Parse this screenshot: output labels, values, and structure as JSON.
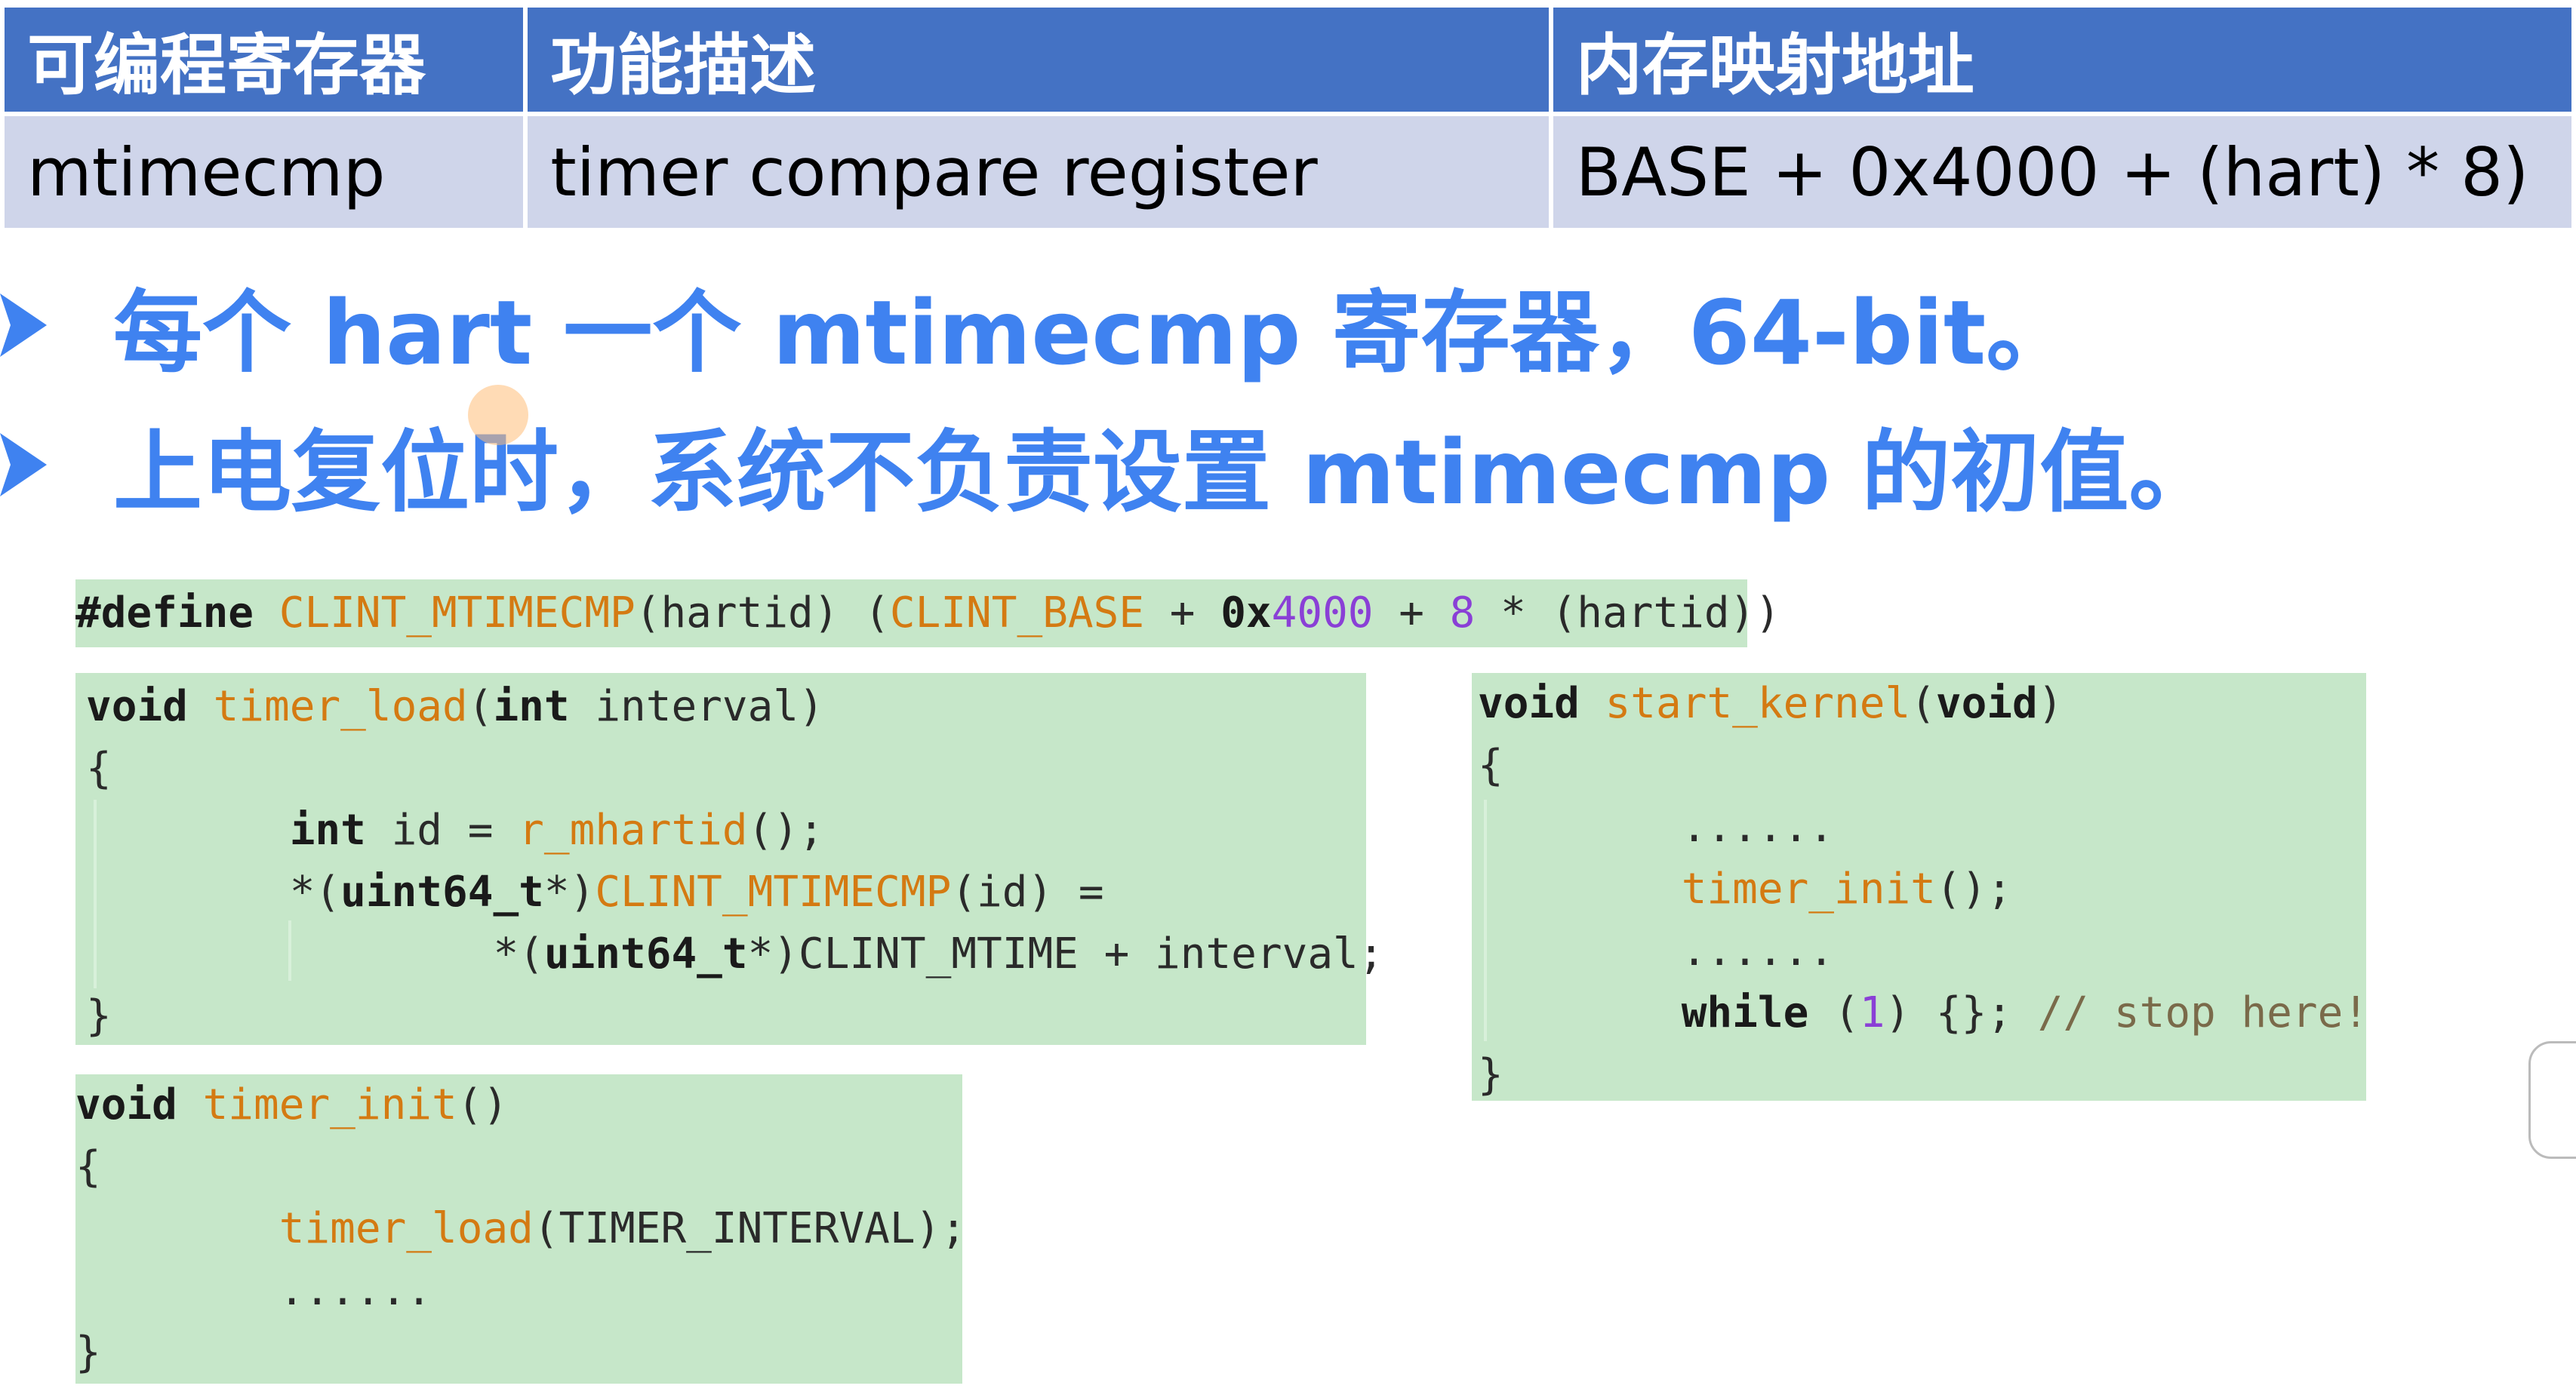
{
  "table": {
    "headers": [
      "可编程寄存器",
      "功能描述",
      "内存映射地址"
    ],
    "row": [
      "mtimecmp",
      "timer compare register",
      "BASE + 0x4000 + (hart) * 8)"
    ]
  },
  "bullets": [
    "每个 hart 一个 mtimecmp 寄存器，64-bit。",
    "上电复位时，系统不负责设置 mtimecmp 的初值。"
  ],
  "code": {
    "define": {
      "kw": "#define",
      "macro": "CLINT_MTIMECMP",
      "p1": "(hartid) (",
      "base": "CLINT_BASE",
      "p2": " + ",
      "hex_prefix": "0x",
      "hex_digits": "4000",
      "p3": " + ",
      "eight": "8",
      "p4": " * (hartid))"
    },
    "timer_load": {
      "l1_void": "void",
      "l1_name": "timer_load",
      "l1_paren": "(",
      "l1_int": "int",
      "l1_rest": " interval)",
      "l2": "{",
      "l3_int": "int",
      "l3_a": " id = ",
      "l3_fn": "r_mhartid",
      "l3_b": "();",
      "l4_a": "*(",
      "l4_type": "uint64_t",
      "l4_b": "*)",
      "l4_fn": "CLINT_MTIMECMP",
      "l4_c": "(id) =",
      "l5_a": "*(",
      "l5_type": "uint64_t",
      "l5_b": "*)CLINT_MTIME + interval;",
      "l6": "}"
    },
    "timer_init": {
      "l1_void": "void",
      "l1_name": "timer_init",
      "l1_rest": "()",
      "l2": "{",
      "l3_fn": "timer_load",
      "l3_rest": "(TIMER_INTERVAL);",
      "l4": "......",
      "l5": "}"
    },
    "start_kernel": {
      "l1_void": "void",
      "l1_name": "start_kernel",
      "l1_paren": "(",
      "l1_void2": "void",
      "l1_close": ")",
      "l2": "{",
      "l3": "......",
      "l4_fn": "timer_init",
      "l4_rest": "();",
      "l5": "......",
      "l6_while": "while",
      "l6_a": " (",
      "l6_one": "1",
      "l6_b": ") {}; ",
      "l6_comment": "// stop here!",
      "l7": "}"
    }
  },
  "colors": {
    "table_header": "#4472c4",
    "table_row": "#cfd5ea",
    "bullet_text": "#3f82f0",
    "code_bg": "#c6e7c9",
    "code_function": "#d47a12",
    "code_number": "#8a3fd6"
  }
}
